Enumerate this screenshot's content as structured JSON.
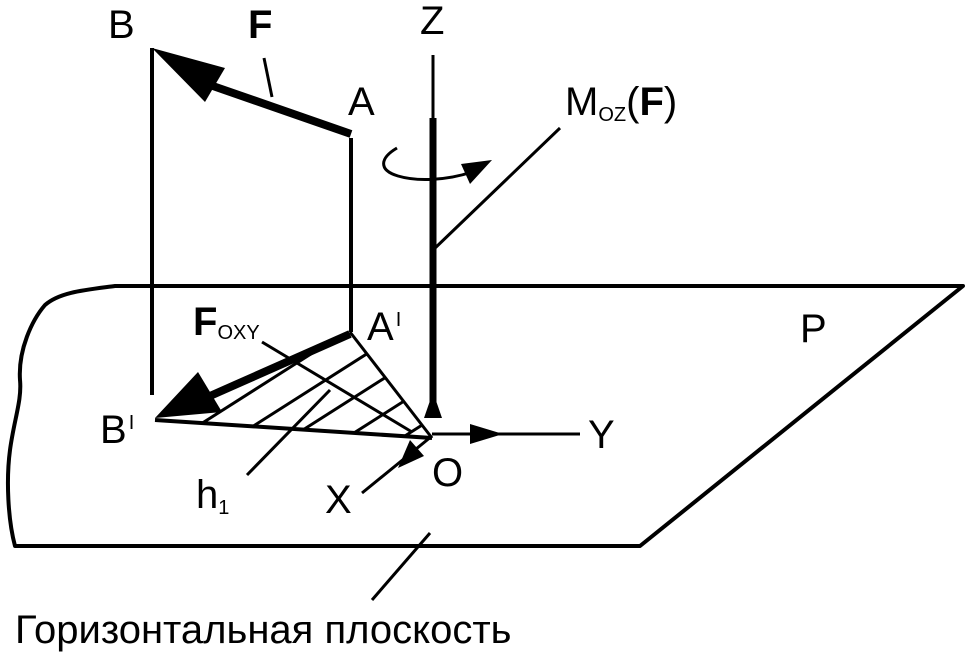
{
  "diagram": {
    "labels": {
      "B": "B",
      "F": "F",
      "A": "A",
      "Z": "Z",
      "moment_prefix": "M",
      "moment_sub": "OZ",
      "moment_open": "(",
      "moment_F": "F",
      "moment_close": ")",
      "F_oxy_main": "F",
      "F_oxy_sub": "OXY",
      "A_prime_main": "A",
      "A_prime_sup": "I",
      "P": "P",
      "B_prime_main": "B",
      "B_prime_sup": "I",
      "Y": "Y",
      "O": "O",
      "X": "X",
      "h1_main": "h",
      "h1_sub": "1"
    },
    "caption": "Горизонтальная плоскость"
  },
  "colors": {
    "ink": "#000000",
    "background": "#ffffff"
  }
}
